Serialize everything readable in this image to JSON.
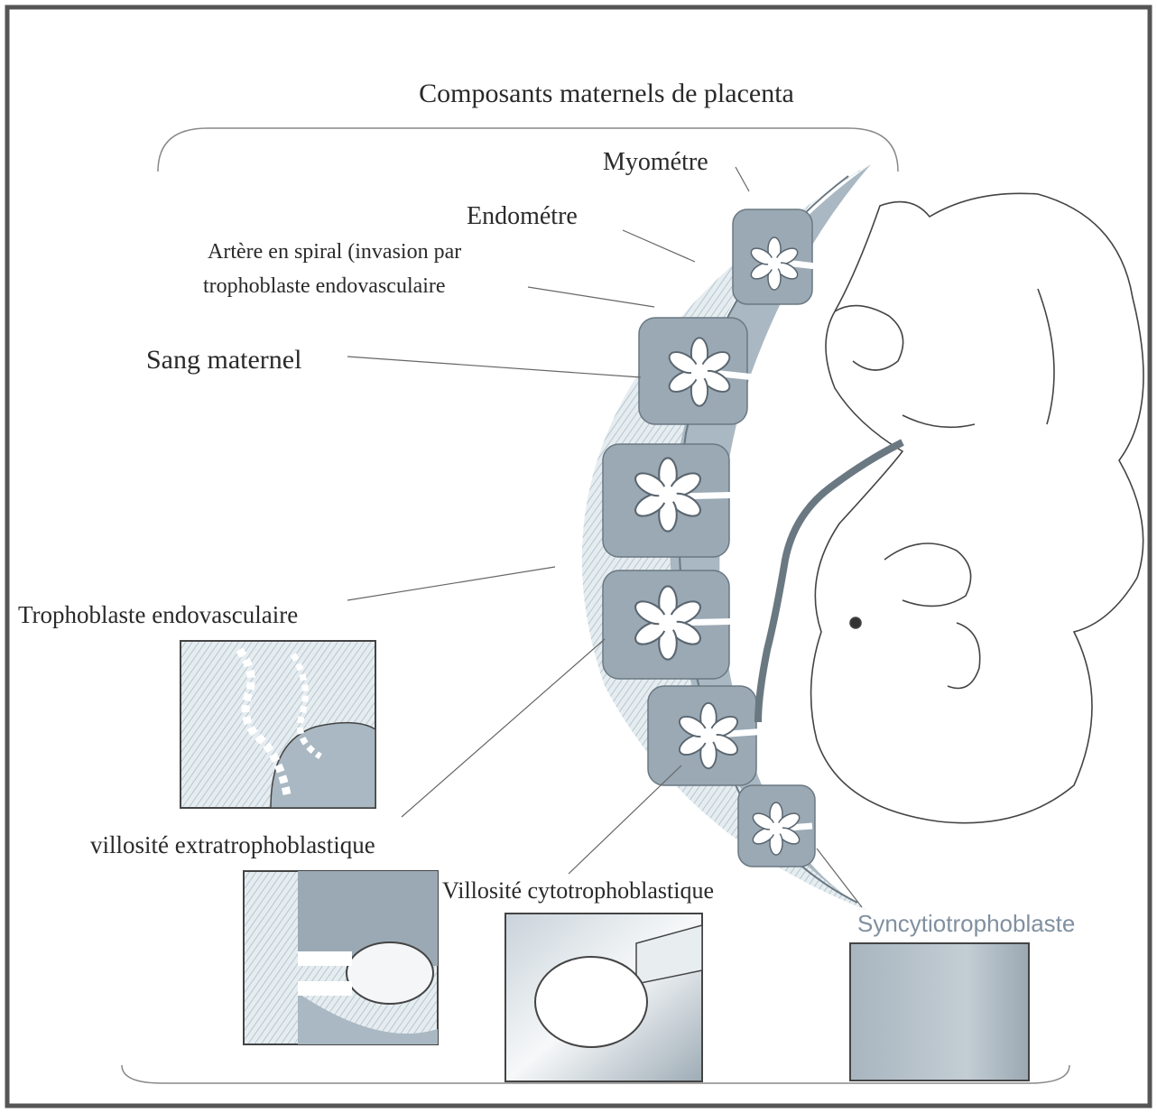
{
  "title": "Composants maternels de placenta",
  "labels": {
    "myometre": "Myométre",
    "endometre": "Endométre",
    "artere_line1": "Artère en spiral (invasion par",
    "artere_line2": "trophoblaste endovasculaire",
    "sang_maternel": "Sang maternel",
    "trophoblaste_endovasculaire": "Trophoblaste endovasculaire",
    "villosite_extra": "villosité extratrophoblastique",
    "villosite_cyto": "Villosité cytotrophoblastique",
    "syncytio": "Syncytiotrophoblaste"
  },
  "colors": {
    "line": "#444444",
    "tissue": "#a9b8c2",
    "tissue_light": "#d3dde3",
    "syncytio_text": "#8090a0"
  }
}
